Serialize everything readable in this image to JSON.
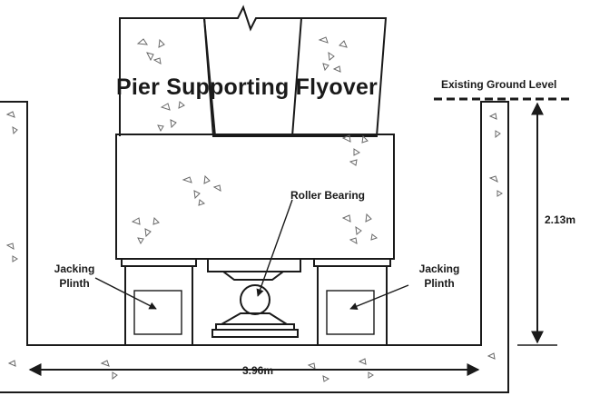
{
  "title": "Pier Supporting Flyover",
  "labels": {
    "existing_ground_level": "Existing Ground Level",
    "roller_bearing": "Roller Bearing",
    "jacking_plinth_left": [
      "Jacking",
      "Plinth"
    ],
    "jacking_plinth_right": [
      "Jacking",
      "Plinth"
    ]
  },
  "dimensions": {
    "depth": "2.13m",
    "width": "3.96m"
  }
}
